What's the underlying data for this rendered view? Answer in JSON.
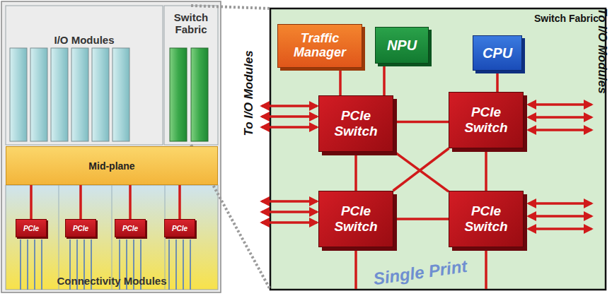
{
  "diagram": {
    "nodes": [
      {
        "text": [
          "I/O Modules"
        ]
      },
      {
        "text": [
          "Switch Fabric"
        ]
      },
      {
        "text": [
          "Mid-plane"
        ]
      },
      {
        "text": [
          "Connectivity Modules"
        ]
      },
      {
        "text": [
          "PCIe"
        ],
        "in": 3
      },
      {
        "text": [
          "PCIe"
        ],
        "in": 3
      },
      {
        "text": [
          "PCIe"
        ],
        "in": 3
      },
      {
        "text": [
          "PCIe"
        ],
        "in": 3
      },
      {
        "text": [
          "Switch Fabric"
        ]
      },
      {
        "text": [
          "Traffic Manager"
        ],
        "in": 8
      },
      {
        "text": [
          "NPU"
        ],
        "in": 8
      },
      {
        "text": [
          "CPU"
        ],
        "in": 8
      },
      {
        "text": [
          "PCIe Switch"
        ],
        "in": 8
      },
      {
        "text": [
          "PCIe Switch"
        ],
        "in": 8
      },
      {
        "text": [
          "PCIe Switch"
        ],
        "in": 8
      },
      {
        "text": [
          "PCIe Switch"
        ],
        "in": 8
      }
    ],
    "edges": [
      {
        "from": 9,
        "to": 12,
        "arrow": "none"
      },
      {
        "from": 10,
        "to": 12,
        "arrow": "none"
      },
      {
        "from": 11,
        "to": 13,
        "arrow": "none"
      },
      {
        "from": 12,
        "to": 13,
        "arrow": "none"
      },
      {
        "from": 12,
        "to": 14,
        "arrow": "none"
      },
      {
        "from": 13,
        "to": 15,
        "arrow": "none"
      },
      {
        "from": 14,
        "to": 15,
        "arrow": "none"
      },
      {
        "from": 12,
        "to": 15,
        "arrow": "none"
      },
      {
        "from": 13,
        "to": 14,
        "arrow": "none"
      },
      {
        "from": 2,
        "to": 4,
        "arrow": "none"
      },
      {
        "from": 2,
        "to": 5,
        "arrow": "none"
      },
      {
        "from": 2,
        "to": 6,
        "arrow": "none"
      },
      {
        "from": 2,
        "to": 7,
        "arrow": "none"
      }
    ],
    "labels": [
      "To I/O Modules",
      "To I/O Modules",
      "Single Print"
    ]
  }
}
